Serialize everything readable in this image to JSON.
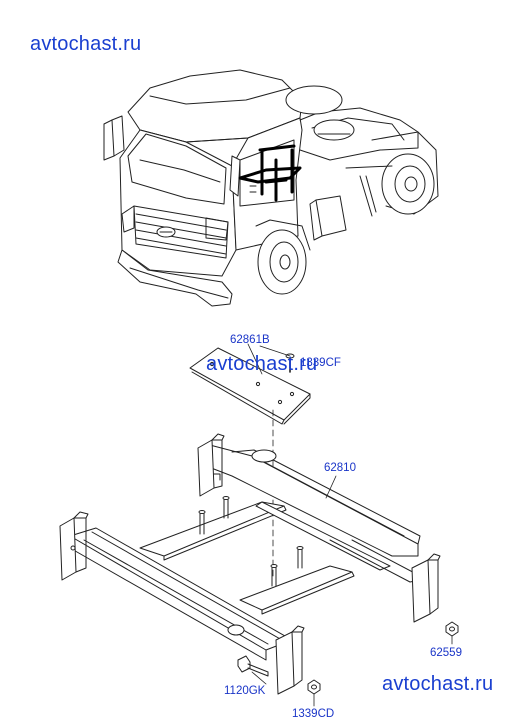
{
  "watermarks": [
    "avtochast.ru",
    "avtochast.ru",
    "avtochast.ru"
  ],
  "labels": {
    "p62861B": "62861B",
    "p1339CF": "1339CF",
    "p62810": "62810",
    "p62559": "62559",
    "p1120GK": "1120GK",
    "p1339CD": "1339CD"
  },
  "colors": {
    "label": "#1a35c8",
    "watermark": "#1a3fd0",
    "line": "#222222"
  },
  "icons": [
    "truck-tractor-illustration",
    "frame-bracket-assembly-drawing",
    "plate-drawing",
    "bolt-icon",
    "nut-icon"
  ]
}
